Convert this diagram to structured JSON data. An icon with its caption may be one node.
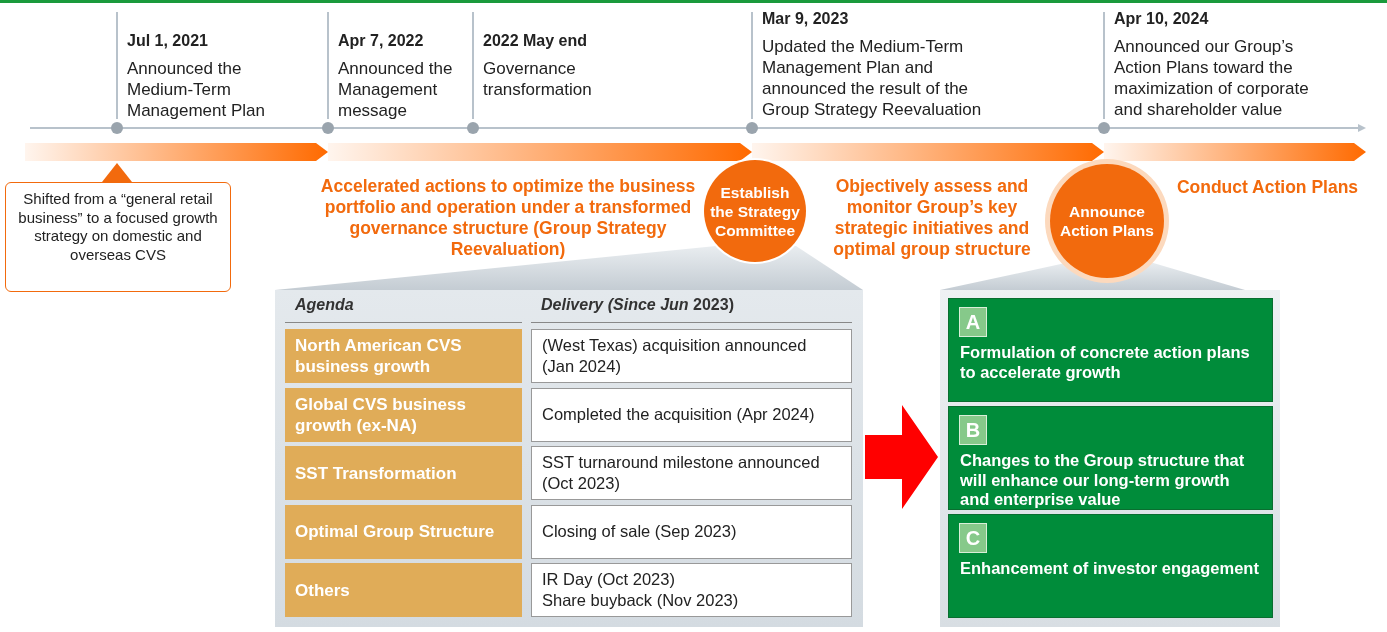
{
  "diagram": {
    "nodes": [
      {
        "text": [
          "Jul 1, 2021",
          "Announced the Medium-Term Management Plan"
        ]
      },
      {
        "text": [
          "Apr 7, 2022",
          "Announced the Management message"
        ]
      },
      {
        "text": [
          "2022 May end",
          "Governance transformation"
        ]
      },
      {
        "text": [
          "Mar 9, 2023",
          "Updated the Medium-Term Management Plan and announced the result of the Group Strategy Reevaluation"
        ]
      },
      {
        "text": [
          "Apr 10, 2024",
          "Announced our Group’s Action Plans toward the maximization of corporate and shareholder value"
        ]
      },
      {
        "text": [
          "Shifted from a “general retail business” to a focused growth strategy on domestic and overseas CVS"
        ]
      },
      {
        "text": [
          "Establish the Strategy Committee"
        ]
      },
      {
        "text": [
          "Announce Action Plans"
        ]
      },
      {
        "text": [
          "Agenda",
          "*Delivery (Since Jun* 2023)"
        ]
      },
      {
        "text": [
          "North American CVS business growth"
        ],
        "in": 8
      },
      {
        "text": [
          "(West Texas) acquisition announced (Jan 2024)"
        ],
        "in": 8
      },
      {
        "text": [
          "Global CVS business growth (ex-NA)"
        ],
        "in": 8
      },
      {
        "text": [
          "Completed the acquisition (Apr 2024)"
        ],
        "in": 8
      },
      {
        "text": [
          "SST Transformation"
        ],
        "in": 8
      },
      {
        "text": [
          "SST turnaround milestone announced (Oct 2023)"
        ],
        "in": 8
      },
      {
        "text": [
          "Optimal Group Structure"
        ],
        "in": 8
      },
      {
        "text": [
          "Closing of sale (Sep 2023)"
        ],
        "in": 8
      },
      {
        "text": [
          "Others"
        ],
        "in": 8
      },
      {
        "text": [
          "IR Day (Oct 2023)",
          "Share buyback (Nov 2023)"
        ],
        "in": 8
      },
      {
        "text": [],
        "shape": "box"
      },
      {
        "text": [
          "A",
          "Formulation of concrete action plans to accelerate growth"
        ],
        "in": 19
      },
      {
        "text": [
          "B",
          "Changes to the Group structure that will enhance our long-term growth and enterprise value"
        ],
        "in": 19
      },
      {
        "text": [
          "C",
          "Enhancement of investor engagement"
        ],
        "in": 19
      }
    ],
    "edges": [
      {
        "from": 8,
        "to": 19,
        "arrow": "to",
        "style": "thick",
        "color": "#ff0000"
      }
    ],
    "labels": [
      "Accelerated actions to optimize the business portfolio and operation under a transformed governance structure (Group Strategy Reevaluation)",
      "Objectively assess and monitor Group’s key strategic initiatives and optimal group structure",
      "Conduct Action Plans"
    ]
  }
}
